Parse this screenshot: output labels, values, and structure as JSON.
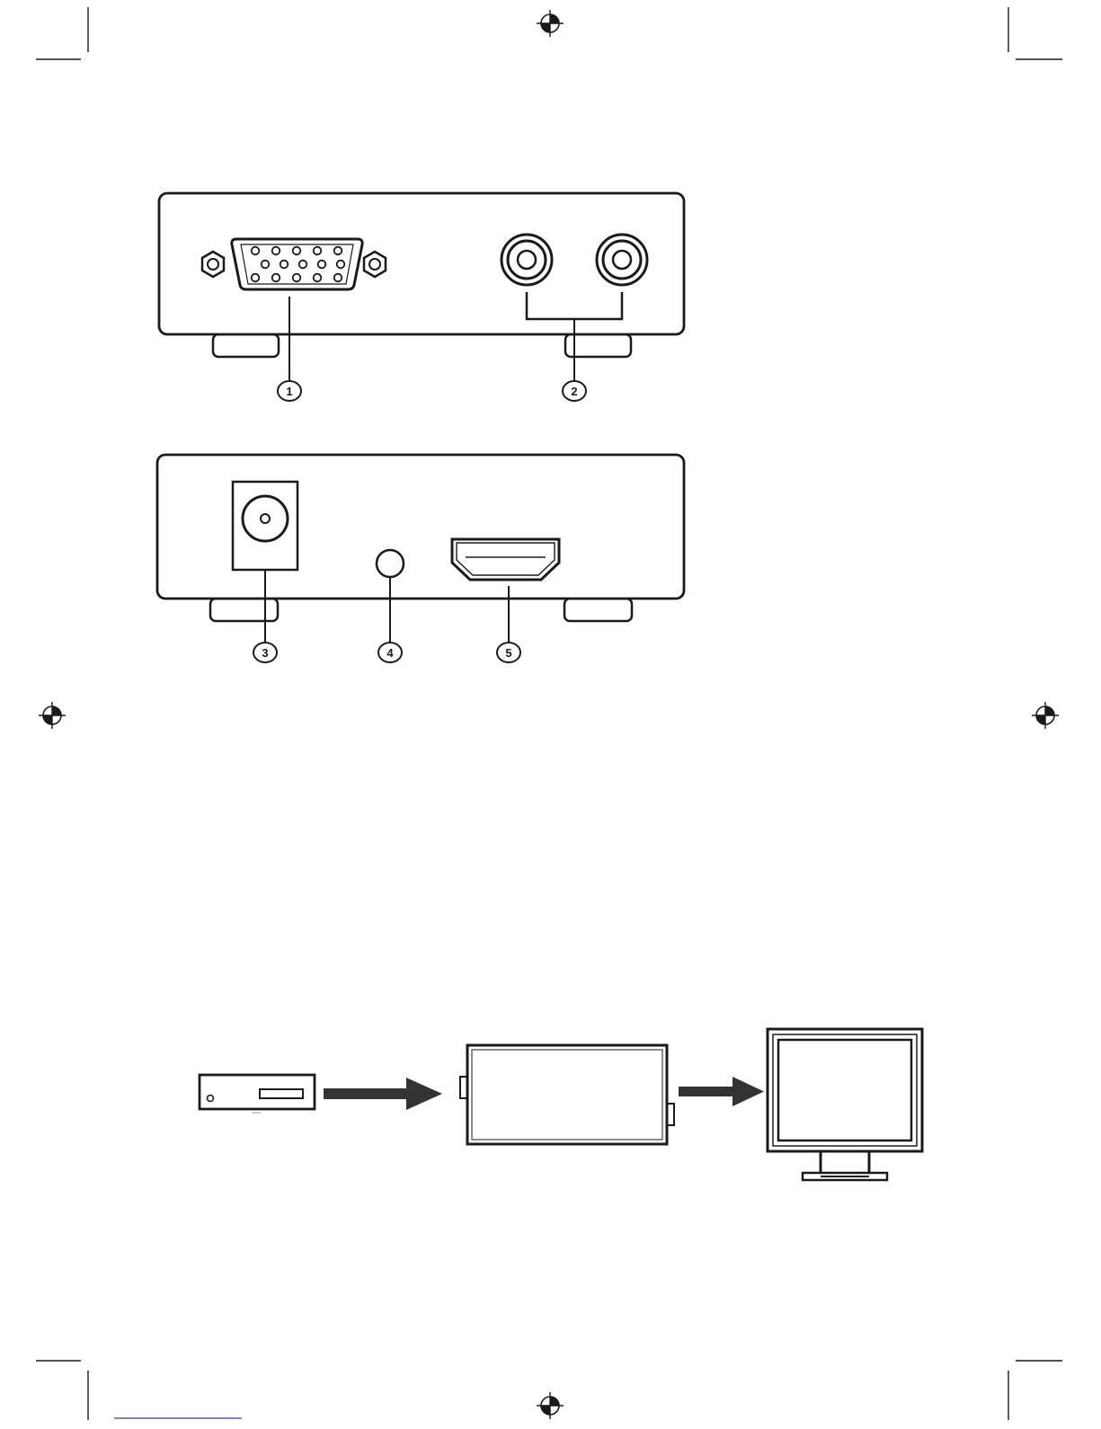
{
  "callouts": {
    "c1": "1",
    "c2": "2",
    "c3": "3",
    "c4": "4",
    "c5": "5"
  },
  "colors": {
    "ink": "#1a1a1a",
    "fill": "#ffffff",
    "arrow": "#333333",
    "footer_line": "#2a3cc8"
  },
  "icons": {
    "registration_mark": "crosshair-in-circle",
    "vga_port": "vga-d-sub-15-pin",
    "rca_jack": "rca-audio-jack",
    "dc_jack": "dc-power-jack",
    "led": "status-led",
    "hdmi_port": "hdmi-port",
    "source_device": "dvd-player",
    "converter_box": "converter-box",
    "display": "monitor",
    "arrow": "right-arrow"
  }
}
